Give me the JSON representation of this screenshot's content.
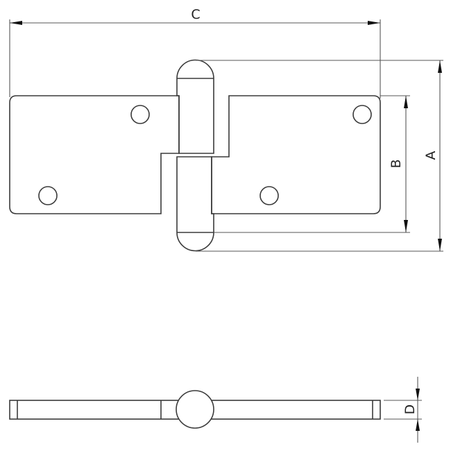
{
  "drawing": {
    "title": "Lift-off hinge technical drawing",
    "views": [
      "front-view",
      "bottom-view"
    ],
    "dimension_labels": {
      "overall_length": "C",
      "overall_height": "A",
      "leaf_height": "B",
      "thickness": "D"
    },
    "colors": {
      "line": "#3a3a3a",
      "dimension_line": "#555555",
      "arrowhead": "#111111",
      "background": "#ffffff"
    },
    "holes": {
      "count": 4,
      "per_leaf": 2
    }
  }
}
